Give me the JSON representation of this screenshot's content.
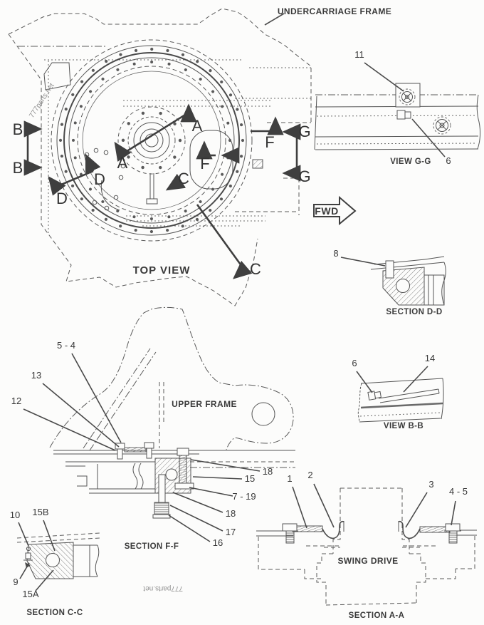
{
  "drawing": {
    "watermark": "777parts.net",
    "labels": {
      "undercarriage_frame": "UNDERCARRIAGE FRAME",
      "upper_frame": "UPPER FRAME",
      "swing_drive": "SWING DRIVE",
      "fwd": "FWD"
    },
    "captions": {
      "top_view": "TOP VIEW",
      "view_gg": "VIEW G-G",
      "section_dd": "SECTION D-D",
      "view_bb": "VIEW B-B",
      "section_ff": "SECTION F-F",
      "section_cc": "SECTION C-C",
      "section_aa": "SECTION A-A"
    },
    "section_letters": {
      "A": "A",
      "B": "B",
      "C": "C",
      "D": "D",
      "F": "F",
      "G": "G"
    },
    "callouts": {
      "view_gg": {
        "n11": "11",
        "n6": "6"
      },
      "section_dd": {
        "n8": "8"
      },
      "view_bb": {
        "n6": "6",
        "n14": "14"
      },
      "section_ff": {
        "n54": "5 - 4",
        "n13": "13",
        "n12": "12",
        "n18a": "18",
        "n15": "15",
        "n719": "7 - 19",
        "n18b": "18",
        "n17": "17",
        "n16": "16"
      },
      "section_cc": {
        "n10": "10",
        "n15b": "15B",
        "n9": "9",
        "n15a": "15A"
      },
      "section_aa": {
        "n1": "1",
        "n2": "2",
        "n3": "3",
        "n45": "4 - 5"
      }
    }
  }
}
